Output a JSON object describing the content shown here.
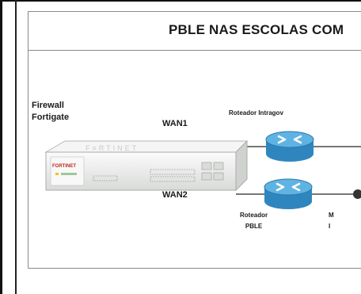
{
  "title": "PBLE NAS ESCOLAS COM",
  "firewall_label": [
    "Firewall",
    "Fortigate"
  ],
  "wan1_label": "WAN1",
  "wan2_label": "WAN2",
  "router_top_label": "Roteador Intragov",
  "router_bottom_label": [
    "Roteador",
    "PBLE"
  ],
  "cut_label": [
    "M",
    "I"
  ],
  "device_brand": "FORTINET",
  "colors": {
    "router_blue": "#2f86bf",
    "router_top": "#5fb3e3",
    "firewall_body": "#e9ecea",
    "firewall_panel": "#9fc79a",
    "line": "#4a4a4a"
  }
}
